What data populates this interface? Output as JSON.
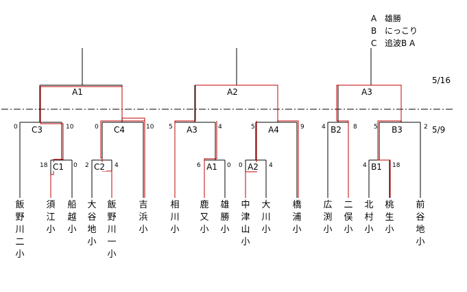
{
  "legend": [
    {
      "key": "A",
      "label": "雄勝"
    },
    {
      "key": "B",
      "label": "にっこり"
    },
    {
      "key": "C",
      "label": "追波B A"
    }
  ],
  "dates": {
    "upper": "5/16",
    "lower": "5/9"
  },
  "teams": [
    "飯野川二小",
    "須江小",
    "船越小",
    "大谷地小",
    "飯野川一小",
    "吉浜小",
    "相川小",
    "鹿又小",
    "雄勝小",
    "中津山小",
    "大川小",
    "橋浦小",
    "広渕小",
    "二俣小",
    "北村小",
    "桃生小",
    "前谷地小"
  ],
  "matches": {
    "A1_top": "A1",
    "A2_top": "A2",
    "A3_top": "A3",
    "C1": "C1",
    "C2": "C2",
    "C3": "C3",
    "C4": "C4",
    "A1_low": "A1",
    "A2_low": "A2",
    "A3_low": "A3",
    "A4": "A4",
    "B1": "B1",
    "B2": "B2",
    "B3": "B3"
  },
  "scores": {
    "C3": [
      "0",
      "10"
    ],
    "C4": [
      "0",
      "10"
    ],
    "C1": [
      "18",
      "0"
    ],
    "C2": [
      "2",
      "4"
    ],
    "A3_low": [
      "5",
      "4"
    ],
    "A1_low": [
      "6",
      "0"
    ],
    "A2_low": [
      "0",
      "4"
    ],
    "A4": [
      "5",
      "9"
    ],
    "B2": [
      "4",
      "8"
    ],
    "B3": [
      "5",
      "2"
    ],
    "B1": [
      "4",
      "18"
    ]
  }
}
